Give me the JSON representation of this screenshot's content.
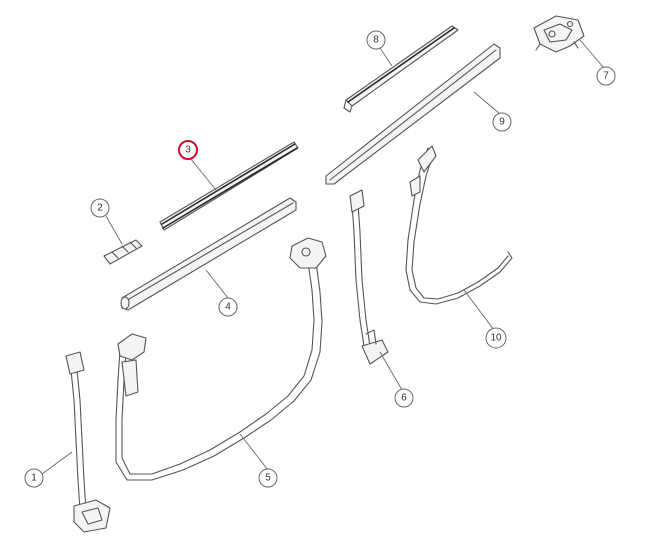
{
  "callouts": [
    {
      "id": "1",
      "label": "1",
      "highlighted": false
    },
    {
      "id": "2",
      "label": "2",
      "highlighted": false
    },
    {
      "id": "3",
      "label": "3",
      "highlighted": true
    },
    {
      "id": "4",
      "label": "4",
      "highlighted": false
    },
    {
      "id": "5",
      "label": "5",
      "highlighted": false
    },
    {
      "id": "6",
      "label": "6",
      "highlighted": false
    },
    {
      "id": "7",
      "label": "7",
      "highlighted": false
    },
    {
      "id": "8",
      "label": "8",
      "highlighted": false
    },
    {
      "id": "9",
      "label": "9",
      "highlighted": false
    },
    {
      "id": "10",
      "label": "10",
      "highlighted": false
    }
  ],
  "colors": {
    "highlight": "#c8102e",
    "line": "#555555",
    "background": "#ffffff"
  }
}
